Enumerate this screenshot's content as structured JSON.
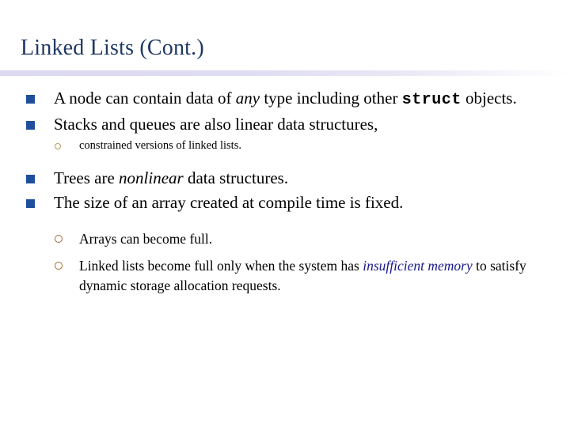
{
  "slide": {
    "title": "Linked Lists (Cont.)",
    "title_color": "#1F3864",
    "background_color": "#ffffff",
    "rule_color": "#dedcf1",
    "bullet_square_color": "#1F4E9C",
    "bullet_circle_color_small": "#B59A5E",
    "bullet_circle_color_large": "#9C6B2F",
    "emphasis_color": "#1A1A8C",
    "bullets": [
      {
        "level": 1,
        "marker": "square-bullet",
        "segments": [
          {
            "text": "A node can contain data of ",
            "style": "normal"
          },
          {
            "text": "any",
            "style": "italic"
          },
          {
            "text": " type including other ",
            "style": "normal"
          },
          {
            "text": "struct",
            "style": "mono-bold"
          },
          {
            "text": " objects.",
            "style": "normal"
          }
        ],
        "plain": "A node can contain data of any type including other struct objects."
      },
      {
        "level": 1,
        "marker": "square-bullet",
        "segments": [
          {
            "text": "Stacks and queues are also linear data structures,",
            "style": "normal"
          }
        ],
        "plain": "Stacks and queues are also linear data structures,"
      },
      {
        "level": 2,
        "size": "small",
        "marker": "circle-bullet",
        "segments": [
          {
            "text": "constrained versions of linked lists.",
            "style": "normal"
          }
        ],
        "plain": "constrained versions of linked lists."
      },
      {
        "level": 1,
        "marker": "square-bullet",
        "segments": [
          {
            "text": "Trees are ",
            "style": "normal"
          },
          {
            "text": "nonlinear",
            "style": "italic"
          },
          {
            "text": " data structures.",
            "style": "normal"
          }
        ],
        "plain": "Trees are nonlinear data structures."
      },
      {
        "level": 1,
        "marker": "square-bullet",
        "segments": [
          {
            "text": "The size of an array created at compile time is fixed.",
            "style": "normal"
          }
        ],
        "plain": "The size of an array created at compile time is fixed."
      },
      {
        "level": 2,
        "size": "large",
        "marker": "circle-bullet",
        "segments": [
          {
            "text": "Arrays can become full.",
            "style": "normal"
          }
        ],
        "plain": "Arrays can become full."
      },
      {
        "level": 2,
        "size": "large",
        "marker": "circle-bullet",
        "segments": [
          {
            "text": "Linked lists become full only when the system has ",
            "style": "normal"
          },
          {
            "text": "insufficient memory",
            "style": "navy-italic"
          },
          {
            "text": " to satisfy dynamic storage allocation requests.",
            "style": "normal"
          }
        ],
        "plain": "Linked lists become full only when the system has insufficient memory to satisfy dynamic storage allocation requests."
      }
    ]
  }
}
